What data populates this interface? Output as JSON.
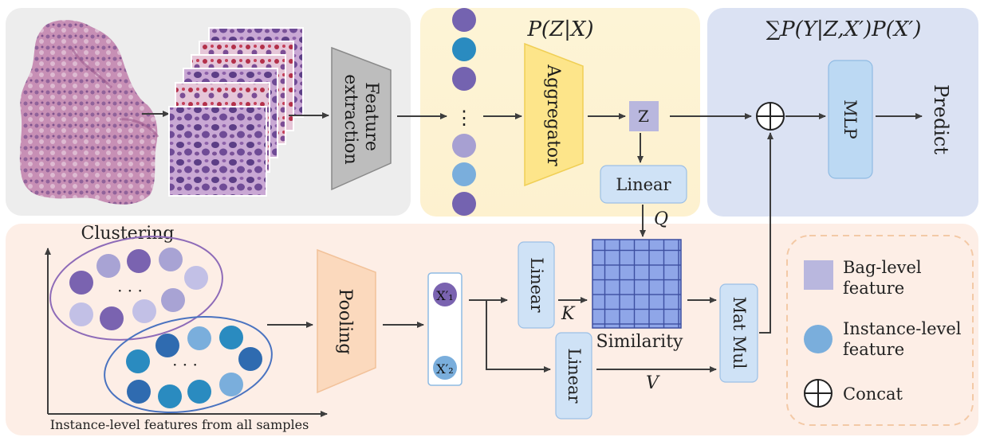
{
  "stage_feature": {
    "feature_extraction_label": [
      "Feature",
      "extraction"
    ]
  },
  "stage_aggregation": {
    "title": "P(Z|X)",
    "ellipsis": "⋮",
    "aggregator_label": "Aggregator",
    "z_label": "Z",
    "linear_label": "Linear",
    "q_label": "Q"
  },
  "stage_predict": {
    "title": "∑P(Y|Z,X′)P(X′)",
    "mlp_label": "MLP",
    "predict_label": "Predict"
  },
  "stage_confounder": {
    "clustering_label": "Clustering",
    "axis_caption": "Instance-level features from all samples",
    "pooling_label": "Pooling",
    "x1_label": "X′₁",
    "x2_label": "X′₂",
    "ellipsis": "· · ·",
    "linear_k_label": "Linear",
    "linear_v_label": "Linear",
    "k_label": "K",
    "v_label": "V",
    "similarity_label": "Similarity",
    "matmul_label": "Mat Mul"
  },
  "legend": {
    "bag_level": [
      "Bag-level",
      "feature"
    ],
    "instance_level": [
      "Instance-level",
      "feature"
    ],
    "concat": "Concat"
  },
  "colors": {
    "feature_panel_bg": "#ededed",
    "aggregation_panel_bg": "#fdf1cf",
    "predict_panel_bg": "#dbe2f3",
    "confounder_panel_bg": "#fdeee6",
    "box_blue": "#cfe2f6",
    "box_blue_stroke": "#9cc0e6",
    "aggregator_fill": "#fde58a",
    "pooling_fill": "#fbd9bd",
    "bag_feature": "#b9b7de",
    "grid_fill": "#8fa6e8"
  },
  "icons": {
    "concat": "circle-plus-icon",
    "tissue": "whole-slide-image-icon"
  }
}
